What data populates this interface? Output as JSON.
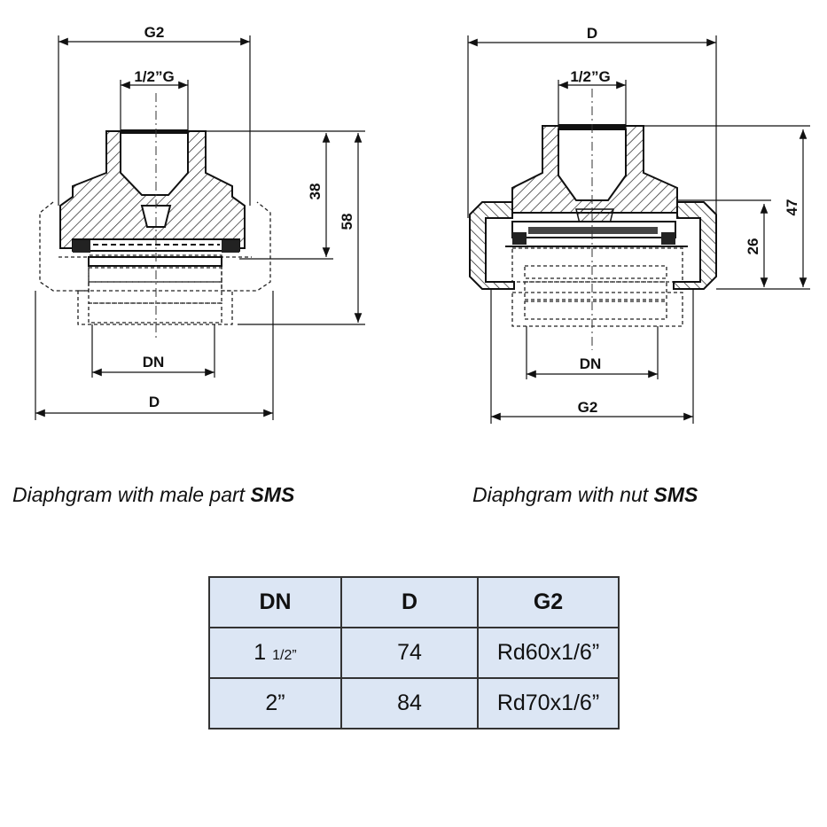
{
  "left_drawing": {
    "dim_g2": "G2",
    "dim_thread": "1/2”G",
    "dim_38": "38",
    "dim_58": "58",
    "dim_dn": "DN",
    "dim_d": "D"
  },
  "right_drawing": {
    "dim_d": "D",
    "dim_thread": "1/2”G",
    "dim_47": "47",
    "dim_26": "26",
    "dim_dn": "DN",
    "dim_g2": "G2"
  },
  "captions": {
    "left_text": "Diaphgram with male part ",
    "left_bold": "SMS",
    "right_text": "Diaphgram with nut ",
    "right_bold": "SMS"
  },
  "table": {
    "headers": [
      "DN",
      "D",
      "G2"
    ],
    "rows": [
      {
        "dn_main": "1 ",
        "dn_small": "1/2”",
        "d": "74",
        "g2": "Rd60x1/6”"
      },
      {
        "dn_main": "2”",
        "dn_small": "",
        "d": "84",
        "g2": "Rd70x1/6”"
      }
    ]
  }
}
